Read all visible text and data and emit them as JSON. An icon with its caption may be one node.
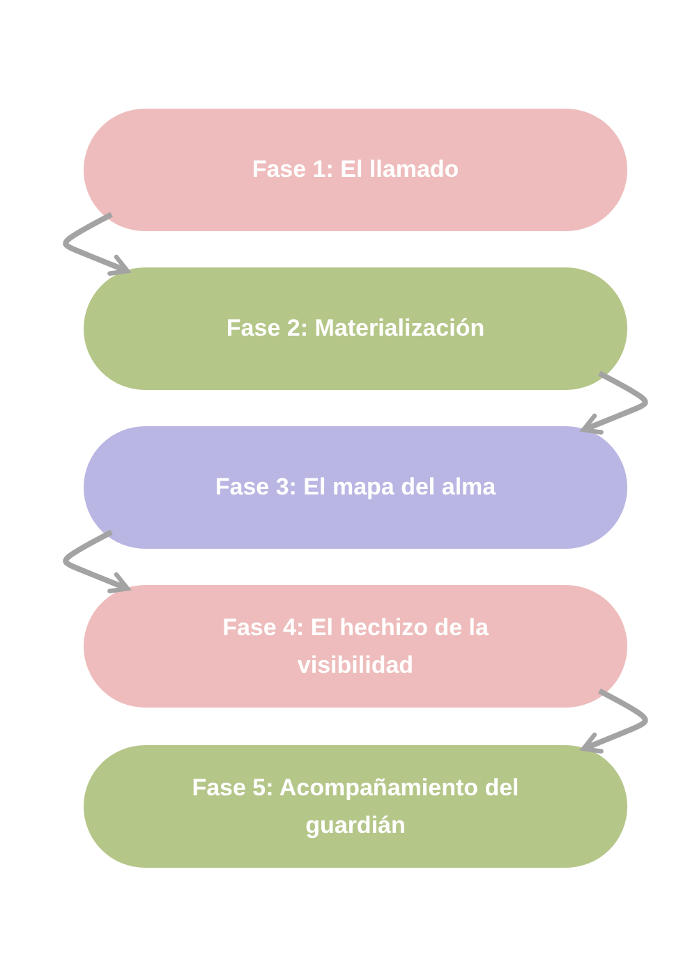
{
  "diagram": {
    "nodes": [
      {
        "text": [
          "Fase 1: El llamado"
        ]
      },
      {
        "text": [
          "Fase 2: Materialización"
        ]
      },
      {
        "text": [
          "Fase 3: El mapa del alma"
        ]
      },
      {
        "text": [
          "Fase 4: El hechizo de la visibilidad"
        ]
      },
      {
        "text": [
          "Fase 5: Acompañamiento del guardián"
        ]
      }
    ],
    "edges": [
      {
        "from": 0,
        "to": 1,
        "arrow": "to"
      },
      {
        "from": 1,
        "to": 2,
        "arrow": "to"
      },
      {
        "from": 2,
        "to": 3,
        "arrow": "to"
      },
      {
        "from": 3,
        "to": 4,
        "arrow": "to"
      }
    ]
  }
}
